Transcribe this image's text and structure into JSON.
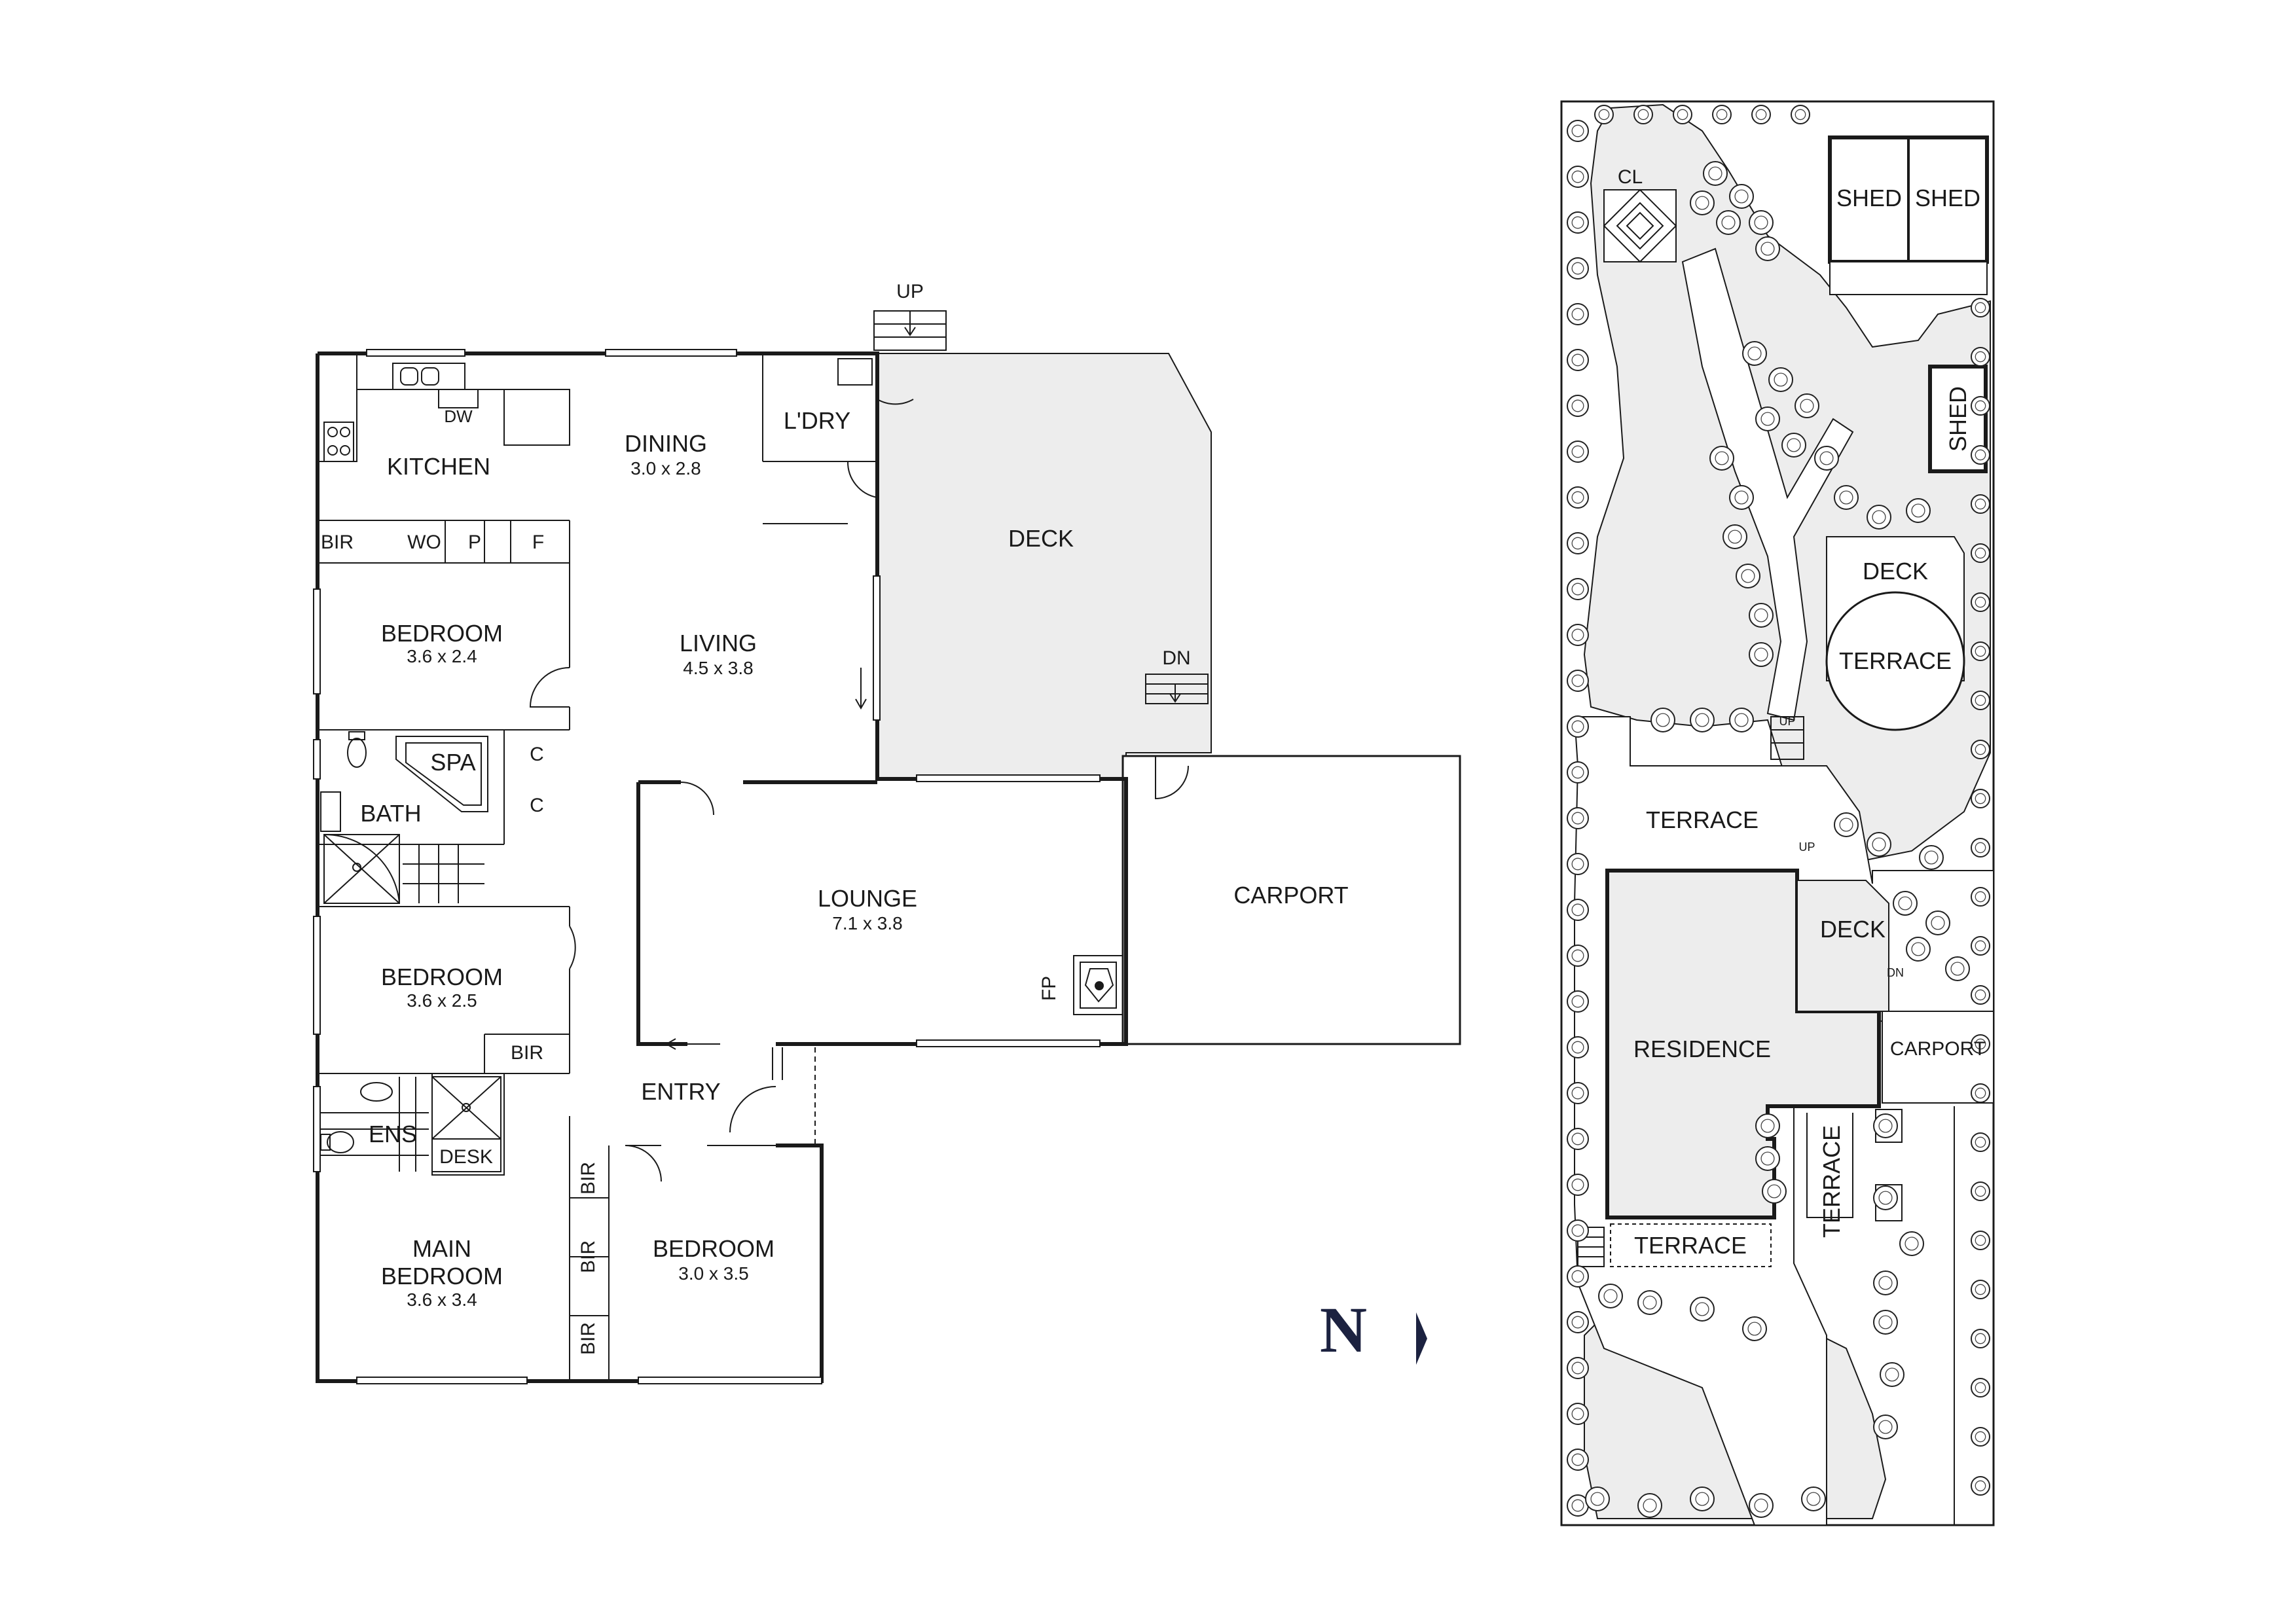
{
  "floorplan": {
    "rooms": [
      {
        "key": "kitchen",
        "name": "KITCHEN",
        "dims": ""
      },
      {
        "key": "dining",
        "name": "DINING",
        "dims": "3.0  x 2.8"
      },
      {
        "key": "laundry",
        "name": "L'DRY",
        "dims": ""
      },
      {
        "key": "deck",
        "name": "DECK",
        "dims": ""
      },
      {
        "key": "living",
        "name": "LIVING",
        "dims": "4.5 x 3.8"
      },
      {
        "key": "bedroom2",
        "name": "BEDROOM",
        "dims": "3.6 x 2.4"
      },
      {
        "key": "spa",
        "name": "SPA",
        "dims": ""
      },
      {
        "key": "bath",
        "name": "BATH",
        "dims": ""
      },
      {
        "key": "lounge",
        "name": "LOUNGE",
        "dims": "7.1 x 3.8"
      },
      {
        "key": "carport",
        "name": "CARPORT",
        "dims": ""
      },
      {
        "key": "bedroom3",
        "name": "BEDROOM",
        "dims": "3.6 x 2.5"
      },
      {
        "key": "entry",
        "name": "ENTRY",
        "dims": ""
      },
      {
        "key": "ens",
        "name": "ENS",
        "dims": ""
      },
      {
        "key": "mainbedroom_line1",
        "name": "MAIN",
        "dims": ""
      },
      {
        "key": "mainbedroom",
        "name": "BEDROOM",
        "dims": "3.6 x 3.4"
      },
      {
        "key": "bedroom4",
        "name": "BEDROOM",
        "dims": "3.0 x 3.5"
      }
    ],
    "fixtures": {
      "bir": "BIR",
      "wo": "WO",
      "pantry": "P",
      "fridge": "F",
      "dishwasher": "DW",
      "cupboard": "C",
      "desk": "DESK",
      "fireplace": "FP",
      "up": "UP",
      "down": "DN"
    }
  },
  "compass": {
    "label": "N"
  },
  "siteplan": {
    "labels": {
      "clothesline": "CL",
      "shed": "SHED",
      "deck": "DECK",
      "terrace": "TERRACE",
      "residence": "RESIDENCE",
      "carport": "CARPORT",
      "up": "UP",
      "down": "DN"
    }
  },
  "colors": {
    "line": "#1a1a1a",
    "fill_grey": "#ededed",
    "compass": "#1c2240"
  }
}
